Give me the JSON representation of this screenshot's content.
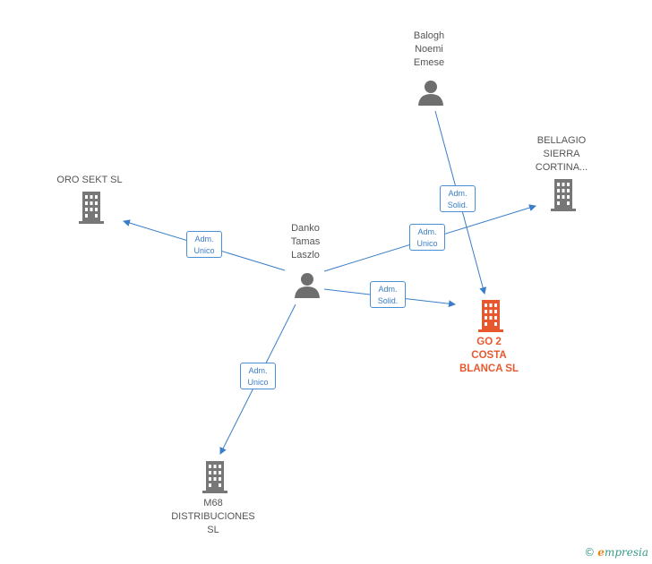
{
  "colors": {
    "edge": "#3a7ec8",
    "company": "#777777",
    "focus_company": "#e8582e",
    "person": "#6e6e6e"
  },
  "nodes": {
    "danko": {
      "label": "Danko\nTamas\nLaszlo",
      "icon": "person-icon"
    },
    "balogh": {
      "label": "Balogh\nNoemi\nEmese",
      "icon": "person-icon"
    },
    "oro_sekt": {
      "label": "ORO SEKT SL",
      "icon": "building-icon"
    },
    "bellagio": {
      "label": "BELLAGIO\nSIERRA\nCORTINA...",
      "icon": "building-icon"
    },
    "go2": {
      "label": "GO 2\nCOSTA\nBLANCA  SL",
      "icon": "building-icon"
    },
    "m68": {
      "label": "M68\nDISTRIBUCIONES\nSL",
      "icon": "building-icon"
    }
  },
  "edges": {
    "danko_oro": {
      "label": "Adm.\nUnico"
    },
    "danko_bellagio": {
      "label": "Adm.\nUnico"
    },
    "danko_go2": {
      "label": "Adm.\nSolid."
    },
    "danko_m68": {
      "label": "Adm.\nUnico"
    },
    "balogh_go2": {
      "label": "Adm.\nSolid."
    }
  },
  "footer": {
    "copyright": "©",
    "brand_first": "e",
    "brand_rest": "mpresia"
  }
}
